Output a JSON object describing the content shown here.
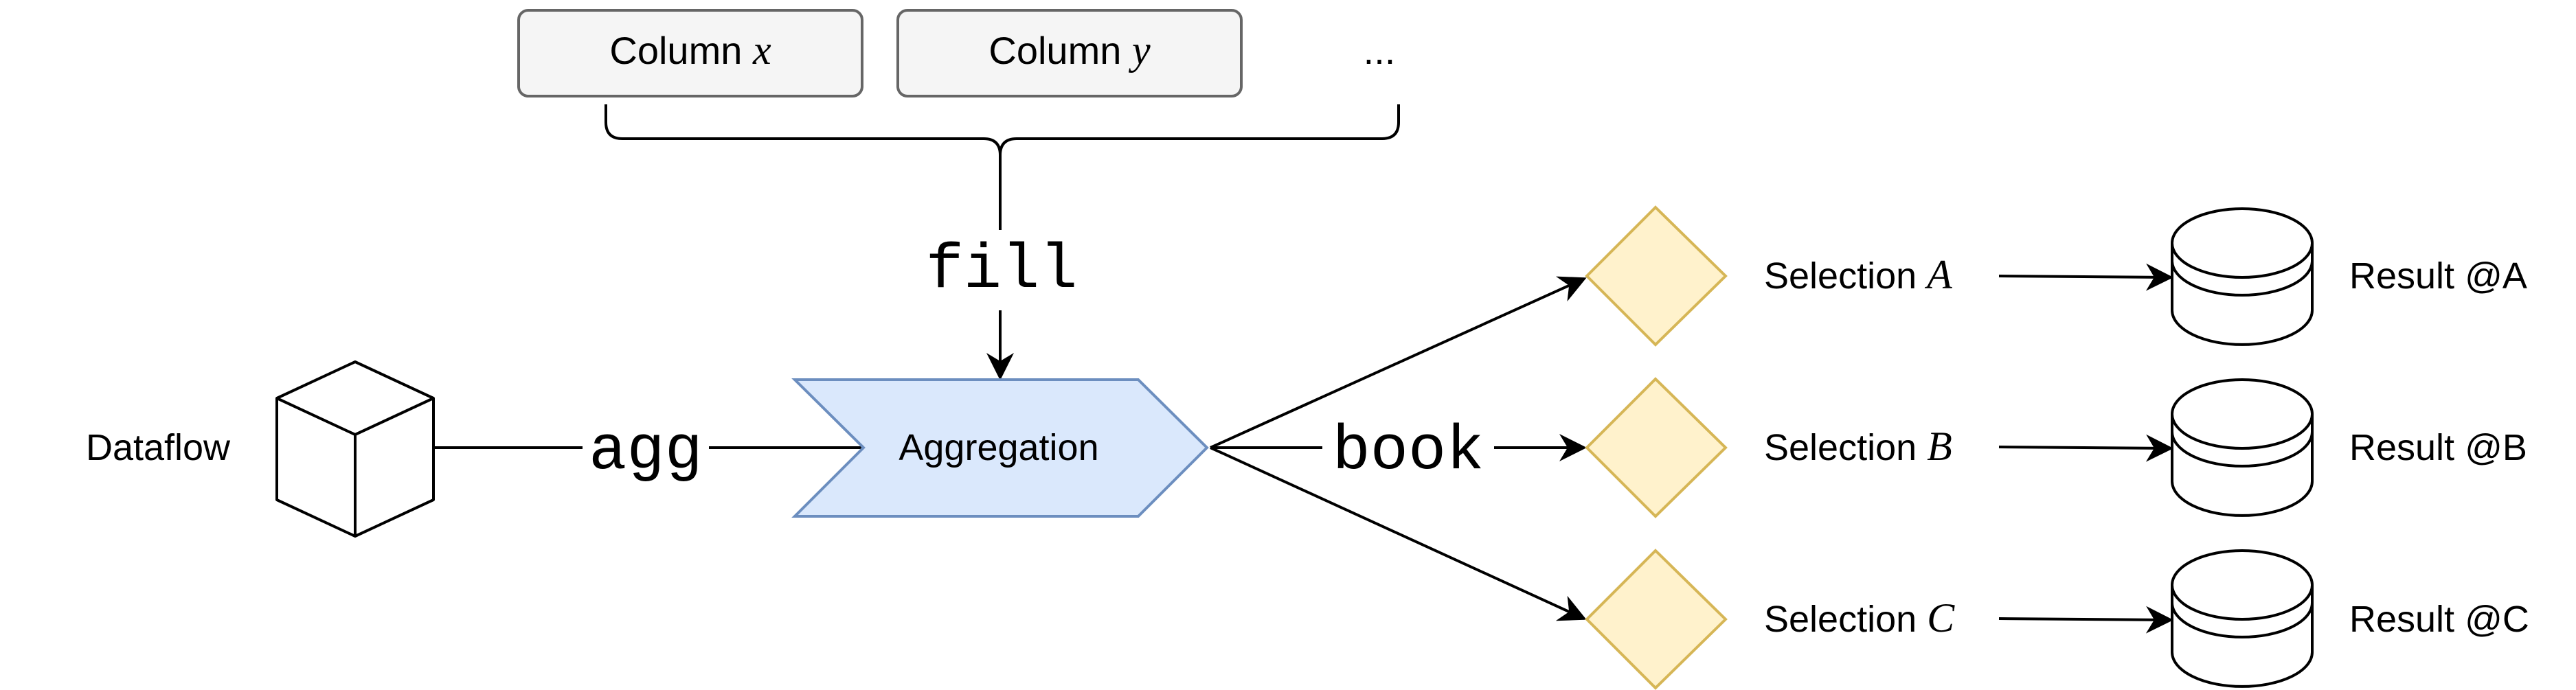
{
  "columns": {
    "prefix": "Column ",
    "items": [
      {
        "var": "x"
      },
      {
        "var": "y"
      }
    ],
    "ellipsis": "..."
  },
  "ops": {
    "fill": "fill",
    "agg": "agg",
    "book": "book"
  },
  "source": {
    "label": "Dataflow"
  },
  "aggregation": {
    "label": "Aggregation"
  },
  "selections": {
    "prefix": "Selection ",
    "items": [
      {
        "var": "A"
      },
      {
        "var": "B"
      },
      {
        "var": "C"
      }
    ]
  },
  "results": {
    "items": [
      {
        "label": "Result @A"
      },
      {
        "label": "Result @B"
      },
      {
        "label": "Result @C"
      }
    ]
  },
  "colors": {
    "column_fill": "#f5f5f5",
    "column_stroke": "#666666",
    "aggregation_fill": "#dae8fc",
    "aggregation_stroke": "#6c8ebf",
    "diamond_fill": "#fff2cc",
    "diamond_stroke": "#d6b656",
    "line": "#000000"
  }
}
